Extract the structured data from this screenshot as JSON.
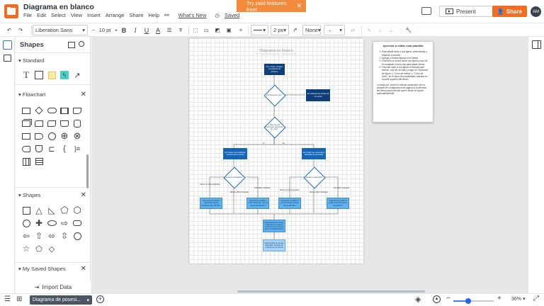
{
  "header": {
    "title": "Diagrama en blanco",
    "menu": [
      "File",
      "Edit",
      "Select",
      "View",
      "Insert",
      "Arrange",
      "Share",
      "Help"
    ],
    "whats_new": "What's New",
    "saved": "Saved",
    "promo": "Try paid features free!",
    "present": "Present",
    "share": "Share",
    "avatar": "AM"
  },
  "toolbar": {
    "font": "Liberation Sans",
    "font_size": "10 pt",
    "line_width": "2 px",
    "arrow_start": "None"
  },
  "panel": {
    "title": "Shapes",
    "sections": {
      "standard": "Standard",
      "flowchart": "Flowchart",
      "shapes": "Shapes",
      "saved": "My Saved Shapes"
    },
    "import": "Import Data"
  },
  "diagram": {
    "title": "Diagrama en blanco",
    "subtitle": "Haz clic aquí para añadir texto · Arrastra para mover",
    "n1": "Ad: 4 Soim uhnalen un paquete de pirtiomo",
    "d1": "¿Te Nuevas de ref.?",
    "n2": "Ad: adónele la proveer de la cuenta",
    "d2": "¿Tsino de una convocean elecciones (th y de)?",
    "n3": "Ad: Nuevo concordantes envieno de la cuenta",
    "n4": "Ad: Nodo vez convocaron decitiado de la cuenta",
    "d3": "¿Cuarens empleados?",
    "d4": "¿Cuarens empleados?",
    "l1": "Menos de 100 empleados",
    "l2": "Mas de 1000 empleados",
    "l3": "100-1000 empleados",
    "l4": "Menos de 100 empleados",
    "l5": "Mas de 1000 empleados",
    "l6": "100-1000 empleados",
    "b1": "Segmento enviado a respuesta cliente lambraco dec 100 Blm",
    "b2": "Segmento enviado a usds comercial. Solo el brazo de 100 blm",
    "b3": "Segmento enviado a repreocurrens cliente lanza 100 Blm",
    "b4": "Segmento enviado a usds comercial lanza de 100 blm",
    "f1": "Oportunidad de ventas recorrida a la cola de ventas de los cuentos por el establecimiento",
    "f2": "Oportunidad de ventas asignada contacto de cuentas por lo menos",
    "yes": "Sí",
    "no": "No"
  },
  "template": {
    "heading": "Aprende a editar esta plantilla",
    "steps": [
      "Para añadir texto a una figura, selecciónala y empieza a escribir.",
      "Agrega y elimina figuras en el lienzo.",
      "Posiciona el cursor sobre una figura y haz clic en cualquier círculo rojo para añadir líneas.",
      "Para dar estilo a las figuras el formato que desees, haz clic en Más y luego en \"Opciones de figura\" y \"Color de relleno\" y \"Color de línea\", en la barra de propiedades ubicada en la parte superior del lienzo."
    ],
    "tip": "Consejo pro: Activa el método automático (en la pestaña de configuración de página) a la derecha del lienzo) para permitir que el lienzo se ajuste automáticamente."
  },
  "bottom": {
    "tab": "Diagrama de posesi...",
    "zoom": "36%",
    "zoom_level": 0.36
  }
}
